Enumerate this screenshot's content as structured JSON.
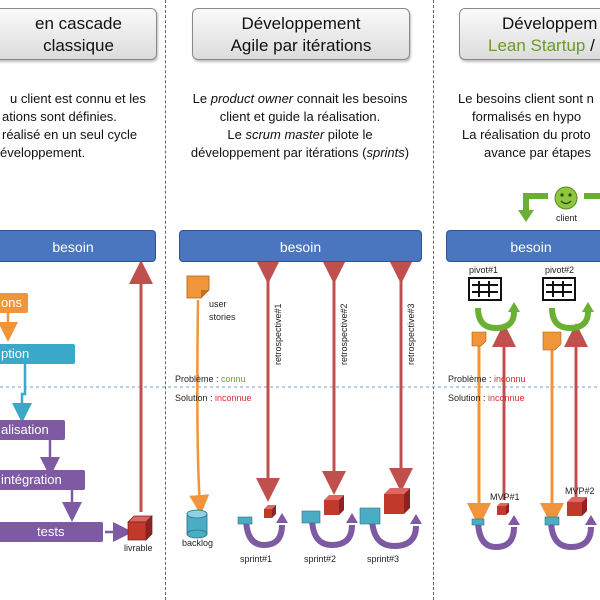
{
  "col1": {
    "title_line1": "en cascade",
    "title_line2": "classique",
    "desc": [
      "u client est connu et les",
      "ations sont définies.",
      "réalisé en un seul cycle",
      "éveloppement."
    ],
    "besoin": "besoin",
    "steps": [
      "ons",
      "ption",
      "alisation",
      "intégration",
      "tests"
    ],
    "livrable": "livrable"
  },
  "col2": {
    "title_line1": "Développement",
    "title_line2": "Agile par itérations",
    "desc_l1_pre": "Le ",
    "desc_l1_em": "product owner",
    "desc_l1_post": " connait les besoins",
    "desc_l2": "client et guide la réalisation.",
    "desc_l3_pre": "Le ",
    "desc_l3_em": "scrum master",
    "desc_l3_post": " pilote le",
    "desc_l4_pre": "développement par itérations (",
    "desc_l4_em": "sprints",
    "desc_l4_post": ")",
    "besoin": "besoin",
    "user_stories_1": "user",
    "user_stories_2": "stories",
    "probleme_label": "Problème : ",
    "probleme_value": "connu",
    "solution_label": "Solution : ",
    "solution_value": "inconnue",
    "retro": [
      "retrospective#1",
      "retrospective#2",
      "retrospective#3"
    ],
    "backlog": "backlog",
    "sprints": [
      "sprint#1",
      "sprint#2",
      "sprint#3"
    ]
  },
  "col3": {
    "title_line1": "Développem",
    "title_line2_green": "Lean Startup",
    "title_line2_rest": " /",
    "desc": [
      "Le besoins client sont n",
      "formalisés en hypo",
      "La réalisation du proto",
      "avance par étapes"
    ],
    "client": "client",
    "besoin": "besoin",
    "pivots": [
      "pivot#1",
      "pivot#2"
    ],
    "probleme_label": "Problème : ",
    "probleme_value": "inconnu",
    "solution_label": "Solution : ",
    "solution_value": "inconnue",
    "mvps": [
      "MVP#1",
      "MVP#2"
    ]
  },
  "colors": {
    "besoin": "#4a76bf",
    "step_orange": "#f0953a",
    "step_blue": "#3aa8c8",
    "step_purple": "#7e5aa3",
    "arrow_red": "#c0504d",
    "cube_red": "#c0392b",
    "cube_teal": "#4bacc6",
    "lean_green": "#6a9a2a"
  }
}
